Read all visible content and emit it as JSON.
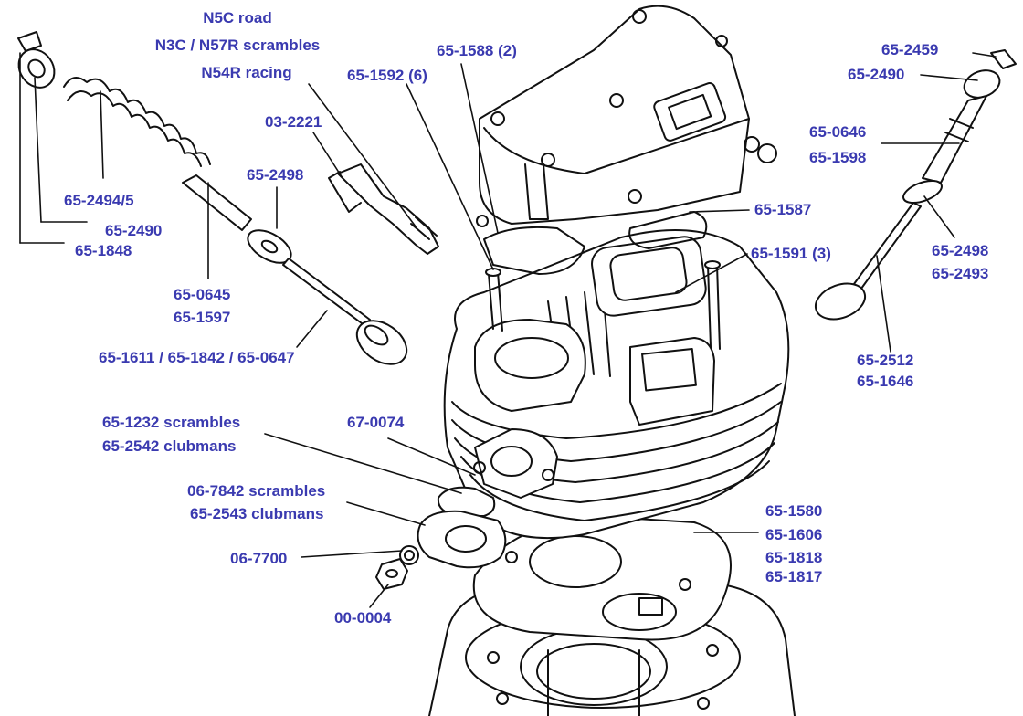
{
  "diagram": {
    "plugs": {
      "road": "N5C road",
      "scrambles": "N3C / N57R scrambles",
      "racing": "N54R racing"
    },
    "labels": {
      "p65_1588": "65-1588 (2)",
      "p65_1592": "65-1592 (6)",
      "p03_2221": "03-2221",
      "p65_2498_left": "65-2498",
      "p65_2494_5": "65-2494/5",
      "p65_2490_left": "65-2490",
      "p65_1848": "65-1848",
      "p65_0645": "65-0645",
      "p65_1597": "65-1597",
      "p65_1611": "65-1611 / 65-1842 / 65-0647",
      "p65_2459": "65-2459",
      "p65_2490_right": "65-2490",
      "p65_0646": "65-0646",
      "p65_1598": "65-1598",
      "p65_1587": "65-1587",
      "p65_1591": "65-1591 (3)",
      "p65_2498_right": "65-2498",
      "p65_2493": "65-2493",
      "p65_2512": "65-2512",
      "p65_1646": "65-1646",
      "p65_1232": "65-1232 scrambles",
      "p65_2542": "65-2542 clubmans",
      "p67_0074": "67-0074",
      "p06_7842": "06-7842  scrambles",
      "p65_2543": "65-2543 clubmans",
      "p06_7700": "06-7700",
      "p00_0004": "00-0004",
      "p65_1580": "65-1580",
      "p65_1606": "65-1606",
      "p65_1818": "65-1818",
      "p65_1817": "65-1817"
    },
    "label_color": "#3a3ab0",
    "line_color": "#111111"
  }
}
